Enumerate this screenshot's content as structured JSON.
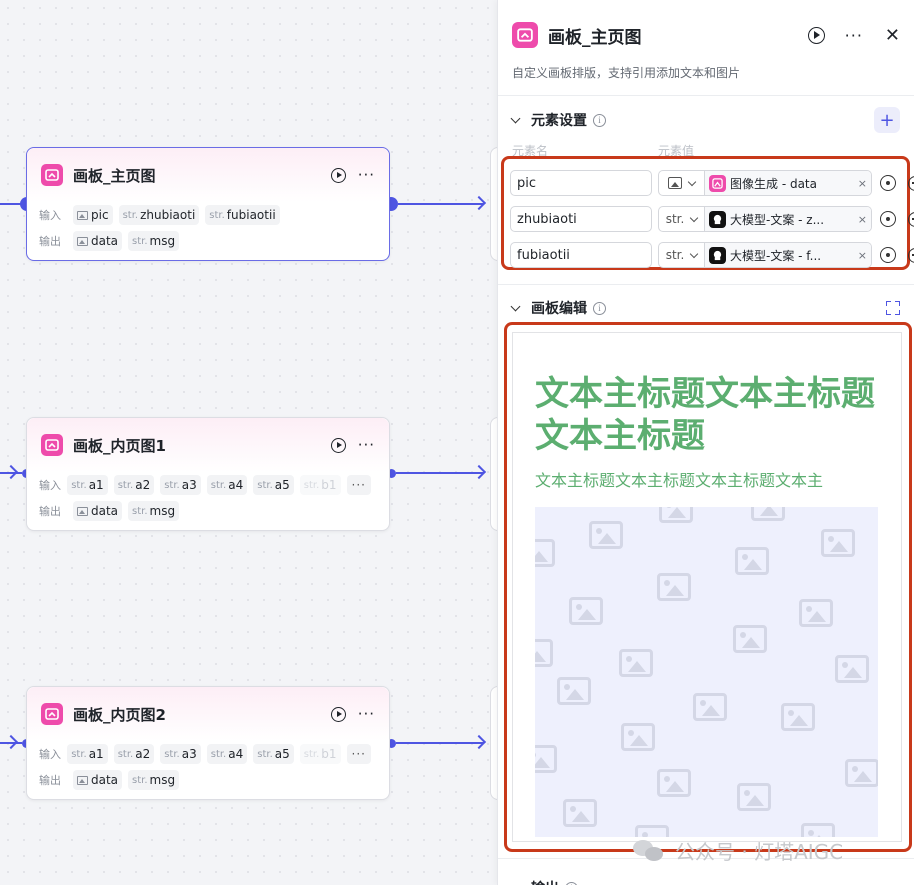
{
  "canvas": {
    "nodes": [
      {
        "title": "画板_主页图",
        "input_label": "输入",
        "output_label": "输出",
        "inputs": [
          {
            "type": "image",
            "name": "pic"
          },
          {
            "type": "str.",
            "name": "zhubiaoti"
          },
          {
            "type": "str.",
            "name": "fubiaotii"
          }
        ],
        "outputs": [
          {
            "type": "image",
            "name": "data"
          },
          {
            "type": "str.",
            "name": "msg"
          }
        ],
        "more": "···"
      },
      {
        "title": "画板_内页图1",
        "input_label": "输入",
        "output_label": "输出",
        "inputs": [
          {
            "type": "str.",
            "name": "a1"
          },
          {
            "type": "str.",
            "name": "a2"
          },
          {
            "type": "str.",
            "name": "a3"
          },
          {
            "type": "str.",
            "name": "a4"
          },
          {
            "type": "str.",
            "name": "a5"
          },
          {
            "type": "str.",
            "name": "b1"
          }
        ],
        "outputs": [
          {
            "type": "image",
            "name": "data"
          },
          {
            "type": "str.",
            "name": "msg"
          }
        ],
        "more": "···"
      },
      {
        "title": "画板_内页图2",
        "input_label": "输入",
        "output_label": "输出",
        "inputs": [
          {
            "type": "str.",
            "name": "a1"
          },
          {
            "type": "str.",
            "name": "a2"
          },
          {
            "type": "str.",
            "name": "a3"
          },
          {
            "type": "str.",
            "name": "a4"
          },
          {
            "type": "str.",
            "name": "a5"
          },
          {
            "type": "str.",
            "name": "b1"
          }
        ],
        "outputs": [
          {
            "type": "image",
            "name": "data"
          },
          {
            "type": "str.",
            "name": "msg"
          }
        ],
        "more": "···"
      }
    ]
  },
  "panel": {
    "title": "画板_主页图",
    "more": "···",
    "close": "✕",
    "description": "自定义画板排版，支持引用添加文本和图片",
    "element_settings": {
      "title": "元素设置",
      "info": "i",
      "add": "+",
      "col_name": "元素名",
      "col_value": "元素值",
      "rows": [
        {
          "name": "pic",
          "type": "image",
          "ref_icon": "pink",
          "ref": "图像生成 - data",
          "remove": "×"
        },
        {
          "name": "zhubiaoti",
          "type": "str.",
          "ref_icon": "black",
          "ref": "大模型-文案 - z...",
          "remove": "×"
        },
        {
          "name": "fubiaotii",
          "type": "str.",
          "ref_icon": "black",
          "ref": "大模型-文案 - f...",
          "remove": "×"
        }
      ]
    },
    "canvas_edit": {
      "title": "画板编辑",
      "info": "i",
      "main_title": "文本主标题文本主标题文本主标题",
      "sub_title": "文本主标题文本主标题文本主标题文本主"
    },
    "output_section": {
      "title": "输出",
      "info": "i"
    }
  },
  "watermark": "公众号 · 灯塔AIGC",
  "colors": {
    "accent": "#4e55e2",
    "node_icon": "#ee4bab",
    "highlight": "#c8391a",
    "canvas_text": "#5cae70"
  }
}
